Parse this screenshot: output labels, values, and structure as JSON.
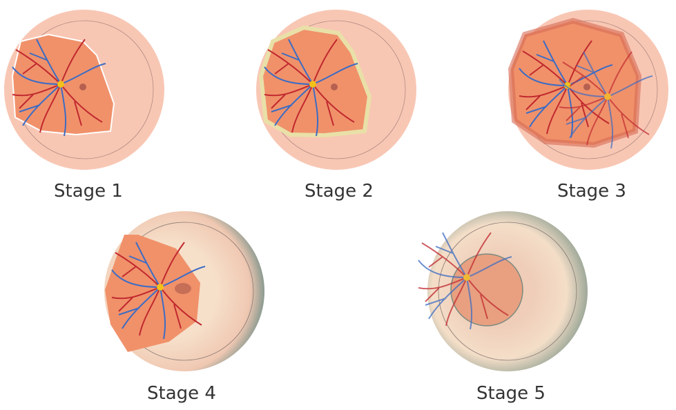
{
  "stages": [
    {
      "label": "Stage 1"
    },
    {
      "label": "Stage 2"
    },
    {
      "label": "Stage 3"
    },
    {
      "label": "Stage 4"
    },
    {
      "label": "Stage 5"
    }
  ],
  "colors": {
    "outer": "#f8c7b4",
    "retina": "#f0916a",
    "artery": "#c0282e",
    "vein": "#3c6cc4",
    "disc": "#f2c21a",
    "ridge": "#e9e0a8",
    "detached": "#f3dcc4",
    "dark": "#6f8a80"
  }
}
